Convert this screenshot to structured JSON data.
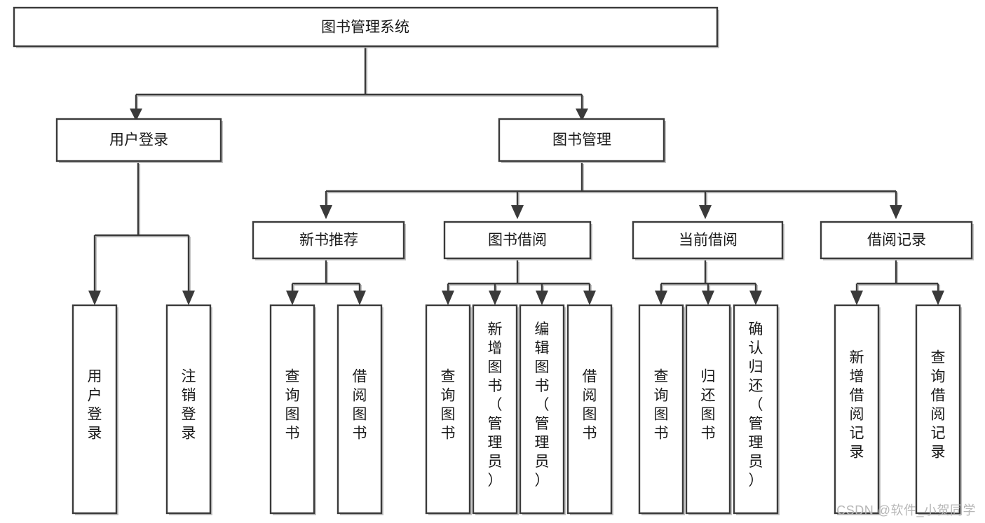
{
  "diagram": {
    "type": "tree-hierarchy",
    "title": "图书管理系统",
    "orientation": "top-down",
    "colors": {
      "stroke": "#3a3a3a",
      "fill": "#ffffff",
      "text": "#1a1a1a",
      "shadow": "#b9b9b9",
      "watermark": "#b7b7b7"
    },
    "root": {
      "id": "root",
      "label": "图书管理系统",
      "orientation": "horizontal"
    },
    "level2": [
      {
        "id": "user-login",
        "label": "用户登录",
        "orientation": "horizontal"
      },
      {
        "id": "book-manage",
        "label": "图书管理",
        "orientation": "horizontal"
      }
    ],
    "level3": [
      {
        "id": "new-book-recommend",
        "label": "新书推荐",
        "orientation": "horizontal",
        "parent": "book-manage"
      },
      {
        "id": "book-borrow",
        "label": "图书借阅",
        "orientation": "horizontal",
        "parent": "book-manage"
      },
      {
        "id": "current-borrow",
        "label": "当前借阅",
        "orientation": "horizontal",
        "parent": "book-manage"
      },
      {
        "id": "borrow-record",
        "label": "借阅记录",
        "orientation": "horizontal",
        "parent": "book-manage"
      }
    ],
    "leaves": [
      {
        "id": "leaf-user-login",
        "label": "用户登录",
        "orientation": "vertical",
        "parent": "user-login"
      },
      {
        "id": "leaf-user-logout",
        "label": "注销登录",
        "orientation": "vertical",
        "parent": "user-login"
      },
      {
        "id": "leaf-query-book-1",
        "label": "查询图书",
        "orientation": "vertical",
        "parent": "new-book-recommend"
      },
      {
        "id": "leaf-borrow-book-1",
        "label": "借阅图书",
        "orientation": "vertical",
        "parent": "new-book-recommend"
      },
      {
        "id": "leaf-query-book-2",
        "label": "查询图书",
        "orientation": "vertical",
        "parent": "book-borrow"
      },
      {
        "id": "leaf-add-book",
        "label": "新增图书（管理员）",
        "orientation": "vertical",
        "parent": "book-borrow"
      },
      {
        "id": "leaf-edit-book",
        "label": "编辑图书（管理员）",
        "orientation": "vertical",
        "parent": "book-borrow"
      },
      {
        "id": "leaf-borrow-book-2",
        "label": "借阅图书",
        "orientation": "vertical",
        "parent": "book-borrow"
      },
      {
        "id": "leaf-query-book-3",
        "label": "查询图书",
        "orientation": "vertical",
        "parent": "current-borrow"
      },
      {
        "id": "leaf-return-book",
        "label": "归还图书",
        "orientation": "vertical",
        "parent": "current-borrow"
      },
      {
        "id": "leaf-confirm-return",
        "label": "确认归还（管理员）",
        "orientation": "vertical",
        "parent": "current-borrow"
      },
      {
        "id": "leaf-add-record",
        "label": "新增借阅记录",
        "orientation": "vertical",
        "parent": "borrow-record"
      },
      {
        "id": "leaf-query-record",
        "label": "查询借阅记录",
        "orientation": "vertical",
        "parent": "borrow-record"
      }
    ],
    "watermark": "CSDN @软件_小贺同学"
  }
}
